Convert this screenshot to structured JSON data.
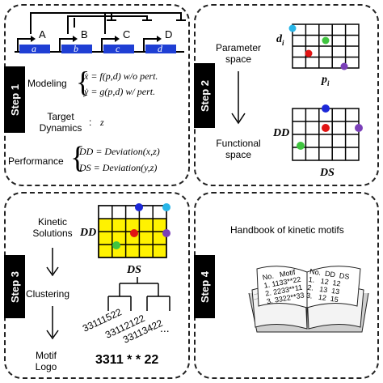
{
  "steps": {
    "s1": {
      "label": "Step 1",
      "genes": [
        "A",
        "B",
        "C",
        "D"
      ],
      "promoters": [
        "a",
        "b",
        "c",
        "d"
      ],
      "modeling_label": "Modeling",
      "eq1": "ẋ = f(p,d) w/o pert.",
      "eq2": "ẏ = g(p,d) w/ pert.",
      "target_label": "Target\nDynamics",
      "target_colon": ":",
      "target_var": "z",
      "performance_label": "Performance",
      "perf1": "DD = Deviation(x,z)",
      "perf2": "DS = Deviation(y,z)"
    },
    "s2": {
      "label": "Step 2",
      "param_space": "Parameter\nspace",
      "param_axis": "d",
      "param_axis_sub": "i",
      "param_x": "p",
      "param_x_sub": "i",
      "func_space": "Functional\nspace",
      "func_y": "DD",
      "func_x": "DS"
    },
    "s3": {
      "label": "Step 3",
      "kinetic": "Kinetic\nSolutions",
      "grid_y": "DD",
      "grid_x": "DS",
      "clustering": "Clustering",
      "leaves": [
        "33111522",
        "33112122",
        "33113422"
      ],
      "ellipsis": "...",
      "motif_logo": "Motif\nLogo",
      "logo": "3311 * * 22"
    },
    "s4": {
      "label": "Step 4",
      "title": "Handbook of kinetic motifs",
      "left_page": {
        "header": "No.   Motif",
        "rows": [
          "1. 1133**22",
          "2. 2233**11",
          "3. 3322**33"
        ]
      },
      "right_page": {
        "header": "No.  DD  DS",
        "rows": [
          "1.   12  12",
          "2.   13  13",
          "3.   12  15"
        ]
      }
    }
  },
  "colors": {
    "promoter_blue": "#1f3fd4",
    "dot_cyan": "#29b6e8",
    "dot_green": "#3fc43f",
    "dot_red": "#e11414",
    "dot_purple": "#7a3fb8",
    "dot_blue": "#1c28d8",
    "highlight_yellow": "#fff200"
  }
}
